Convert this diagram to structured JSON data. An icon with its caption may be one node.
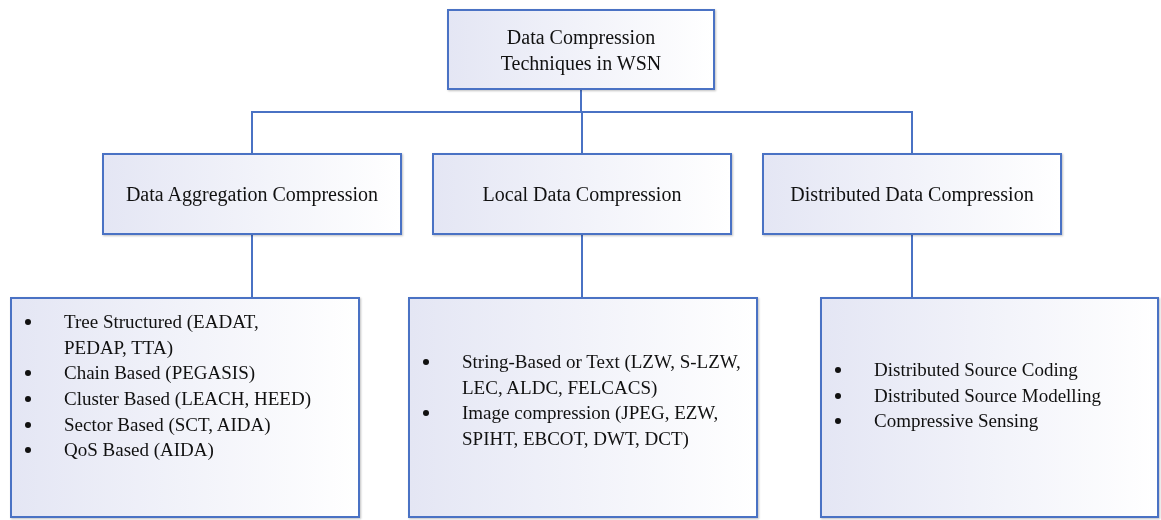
{
  "diagram": {
    "nodes": [
      {
        "text": [
          "Data Compression Techniques in WSN"
        ]
      },
      {
        "text": [
          "Data Aggregation Compression"
        ]
      },
      {
        "text": [
          "Local Data Compression"
        ]
      },
      {
        "text": [
          "Distributed Data Compression"
        ]
      },
      {
        "text": [
          "Tree Structured (EADAT, PEDAP, TTA)",
          "Chain Based (PEGASIS)",
          "Cluster Based (LEACH, HEED)",
          "Sector Based (SCT, AIDA)",
          "QoS Based (AIDA)"
        ]
      },
      {
        "text": [
          "String-Based or Text (LZW, S-LZW, LEC, ALDC, FELCACS)",
          "Image compression (JPEG, EZW, SPIHT, EBCOT, DWT, DCT)"
        ]
      },
      {
        "text": [
          "Distributed Source Coding",
          "Distributed Source Modelling",
          "Compressive Sensing"
        ]
      }
    ],
    "edges": [
      {
        "from": 0,
        "to": 1,
        "arrow": "none"
      },
      {
        "from": 0,
        "to": 2,
        "arrow": "none"
      },
      {
        "from": 0,
        "to": 3,
        "arrow": "none"
      },
      {
        "from": 1,
        "to": 4,
        "arrow": "none"
      },
      {
        "from": 2,
        "to": 5,
        "arrow": "none"
      },
      {
        "from": 3,
        "to": 6,
        "arrow": "none"
      }
    ]
  }
}
